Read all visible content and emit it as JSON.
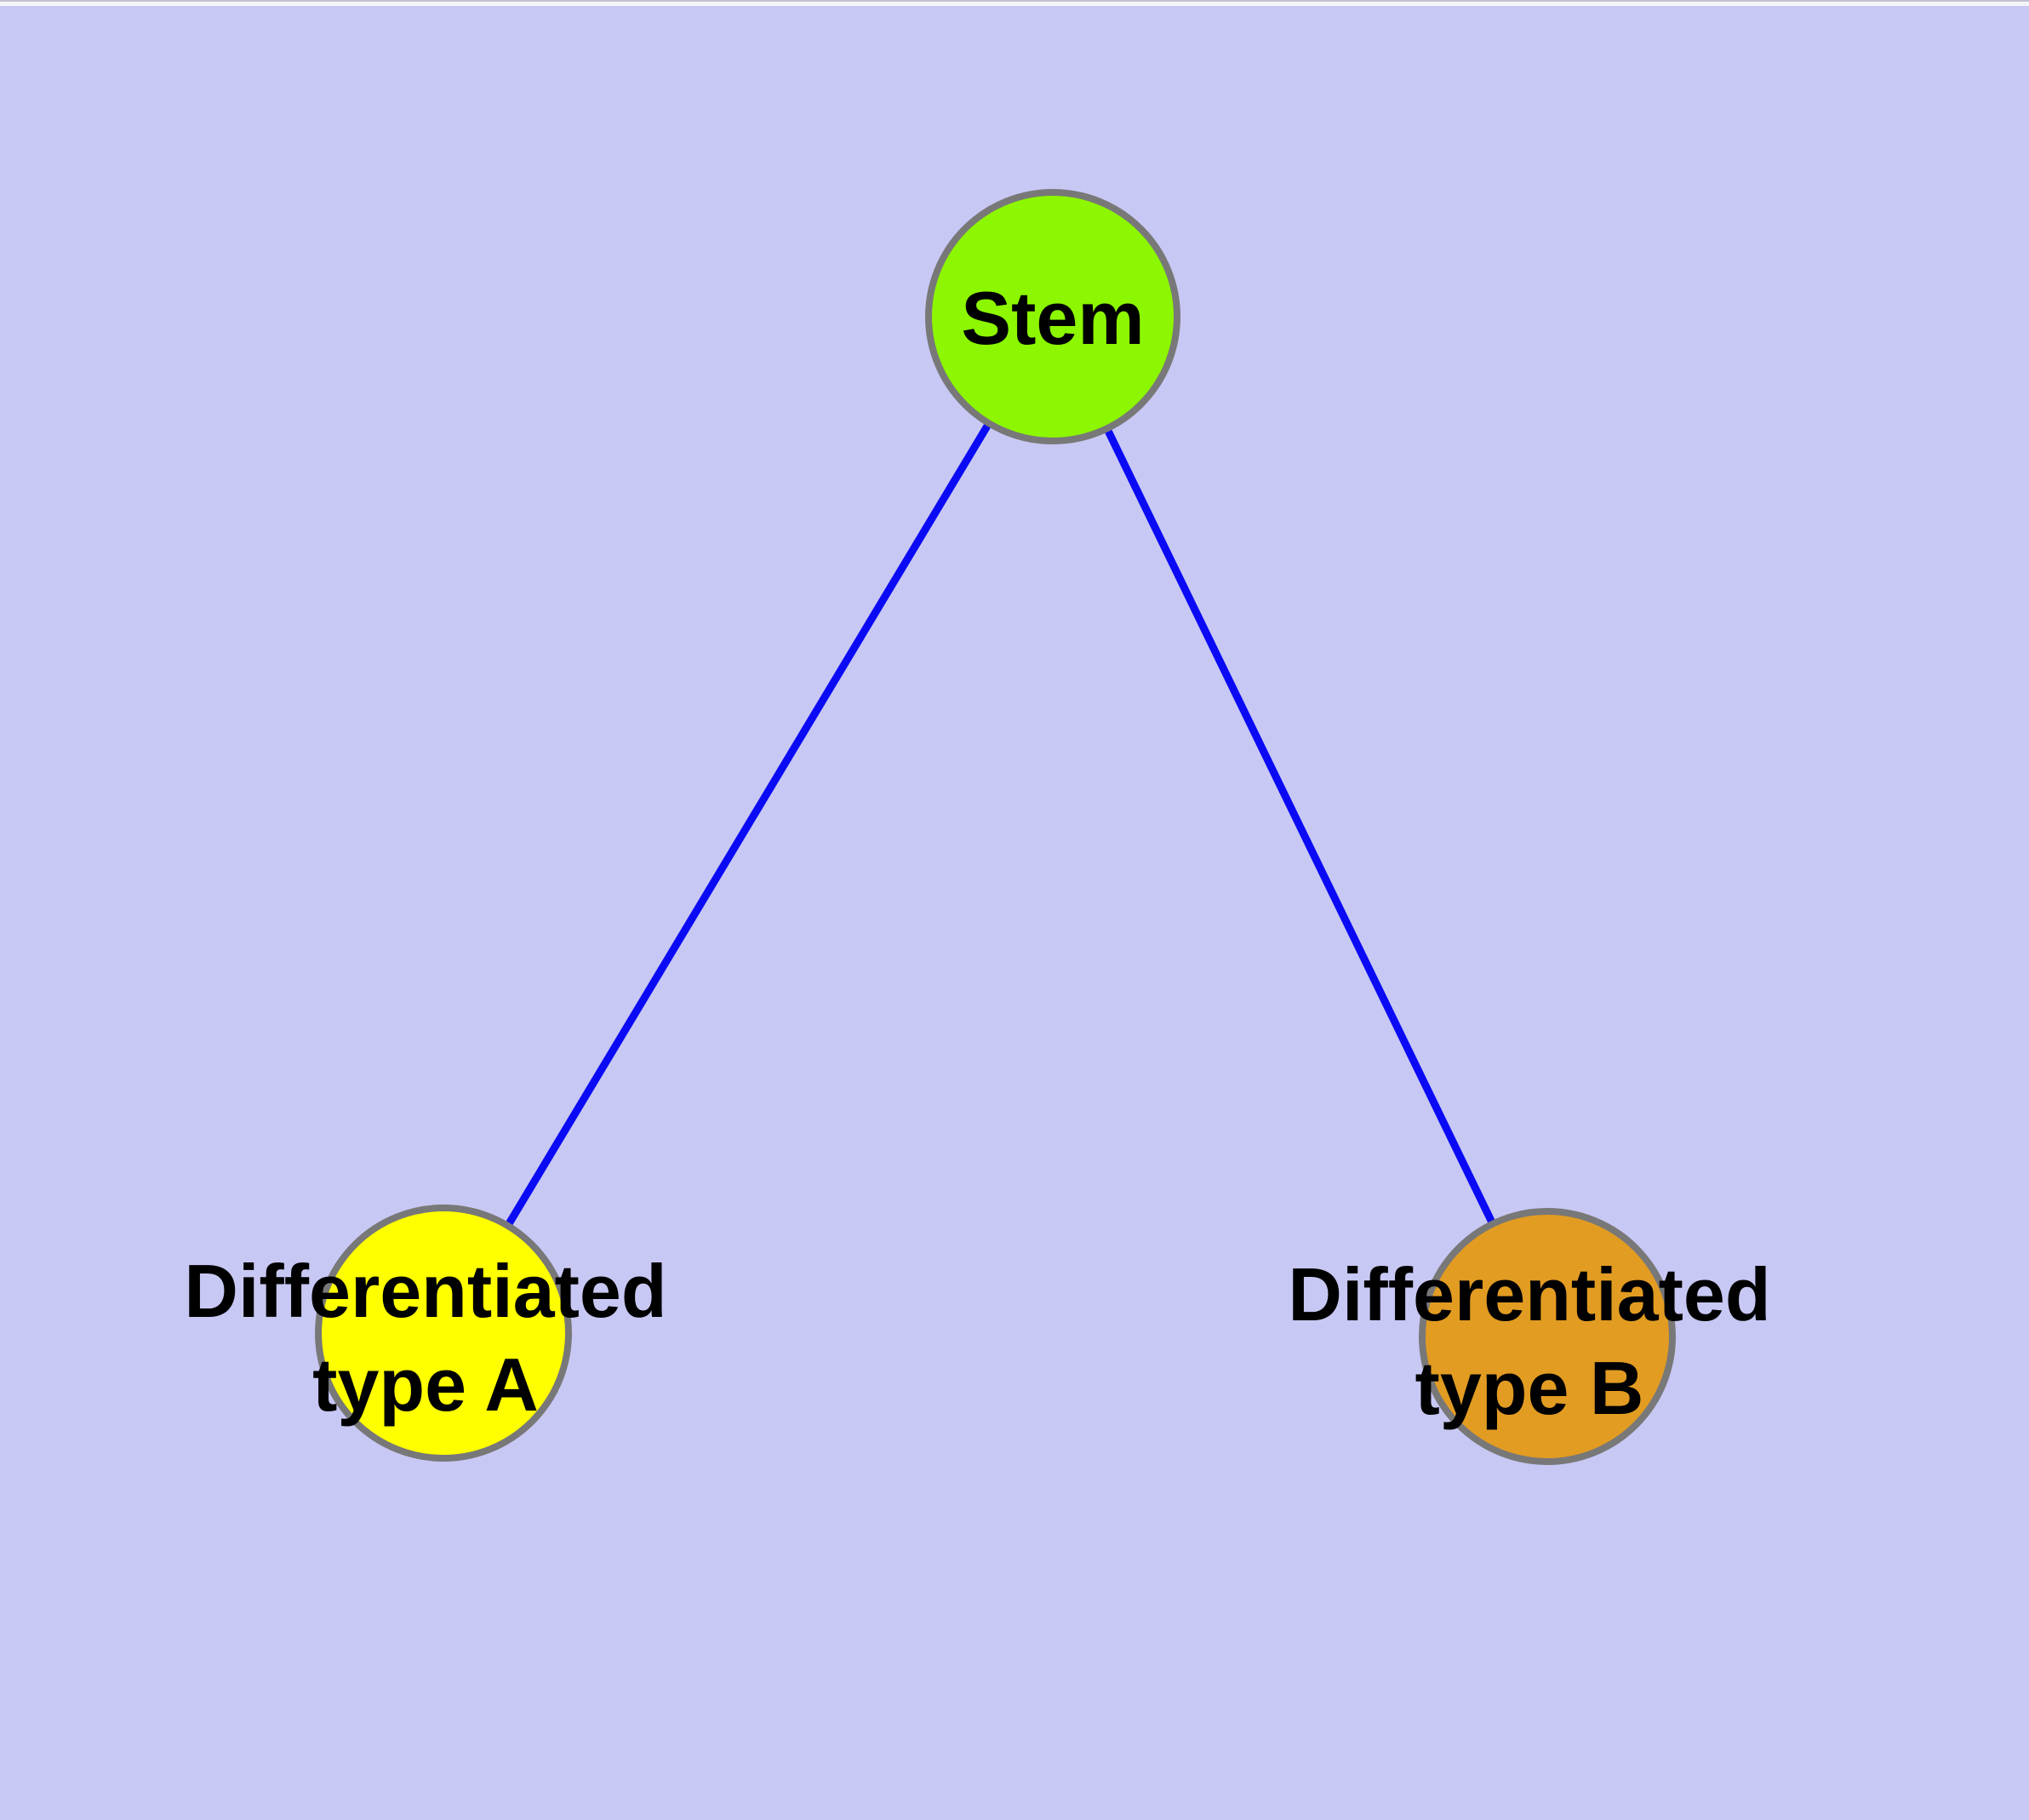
{
  "diagram": {
    "background_color": "#c8c8f4",
    "top_edge_line_color": "#c2c2cf",
    "top_edge_highlight_color": "#f4f4fb",
    "edge_color": "#0a0af5",
    "node_border_color": "#787878",
    "label_color": "#000000",
    "nodes": [
      {
        "id": "stem",
        "label": "Stem",
        "label_lines": [
          "Stem"
        ],
        "fill_color": "#8cf700"
      },
      {
        "id": "differentiated-type-a",
        "label": "Differentiated type A",
        "label_lines": [
          "Differentiated",
          "type A"
        ],
        "fill_color": "#ffff00"
      },
      {
        "id": "differentiated-type-b",
        "label": "Differentiated type B",
        "label_lines": [
          "Differentiated",
          "type B"
        ],
        "fill_color": "#e29c22"
      }
    ],
    "edges": [
      {
        "from": "stem",
        "to": "differentiated-type-a"
      },
      {
        "from": "stem",
        "to": "differentiated-type-b"
      }
    ]
  }
}
